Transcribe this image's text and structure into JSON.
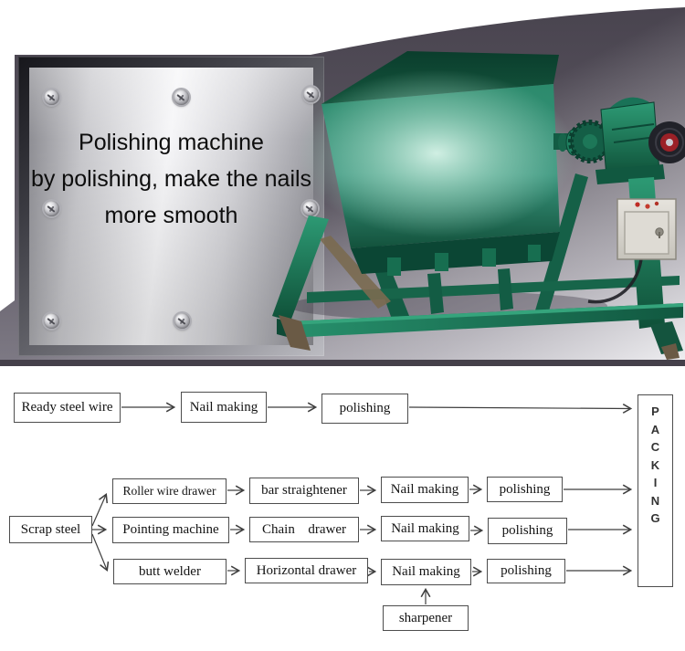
{
  "photo": {
    "nameplate": {
      "line1": "Polishing machine",
      "line2": "by polishing, make the nails",
      "line3": "more smooth"
    }
  },
  "flowchart": {
    "row1": {
      "ready_steel_wire": "Ready steel wire",
      "nail_making": "Nail making",
      "polishing": "polishing"
    },
    "row2": {
      "roller_wire_drawer": "Roller wire drawer",
      "bar_straightener": "bar straightener",
      "nail_making": "Nail making",
      "polishing": "polishing"
    },
    "row3": {
      "scrap_steel": "Scrap steel",
      "pointing_machine": "Pointing machine",
      "chain_drawer_word1": "Chain",
      "chain_drawer_word2": "drawer",
      "nail_making": "Nail making",
      "polishing": "polishing"
    },
    "row4": {
      "butt_welder": "butt welder",
      "horizontal_drawer": "Horizontal drawer",
      "nail_making": "Nail making",
      "polishing": "polishing"
    },
    "sharpener": "sharpener",
    "packing_letters": [
      "P",
      "A",
      "C",
      "K",
      "I",
      "N",
      "G"
    ]
  },
  "colors": {
    "machine_green": "#1e7c5c",
    "machine_green_dark": "#0b4634",
    "machine_teal_glow": "#d6f3e8",
    "backdrop_dark": "#4a4550",
    "backdrop_light": "#e2e1e5",
    "plate_metal_light": "#f6f6f8",
    "plate_metal_dark": "#8b8b91",
    "flowchart_line": "#3f3f3f",
    "pulley_red": "#9b2127",
    "control_box": "#dedbd4"
  }
}
